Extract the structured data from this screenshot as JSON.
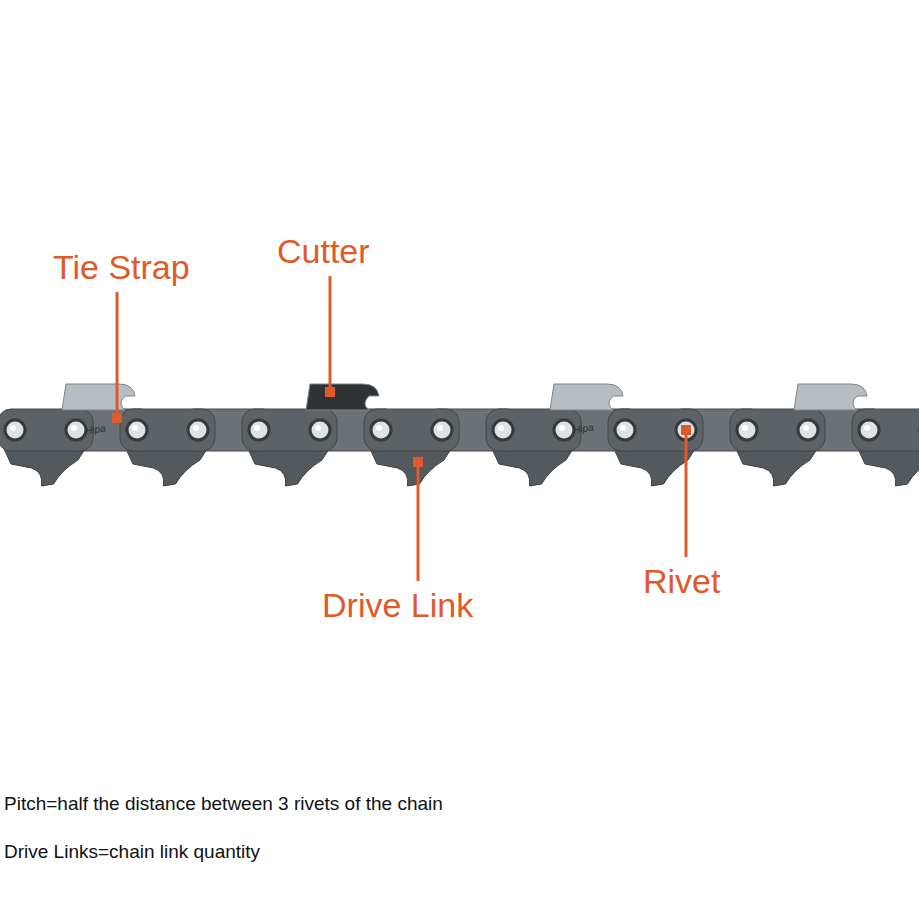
{
  "diagram": {
    "labels": [
      "Tie Strap",
      "Cutter",
      "Hipa",
      "Hipa",
      "Drive Link",
      "Rivet",
      "Pitch=half the distance between 3 rivets of the chain",
      "Drive Links=chain link quantity"
    ]
  }
}
